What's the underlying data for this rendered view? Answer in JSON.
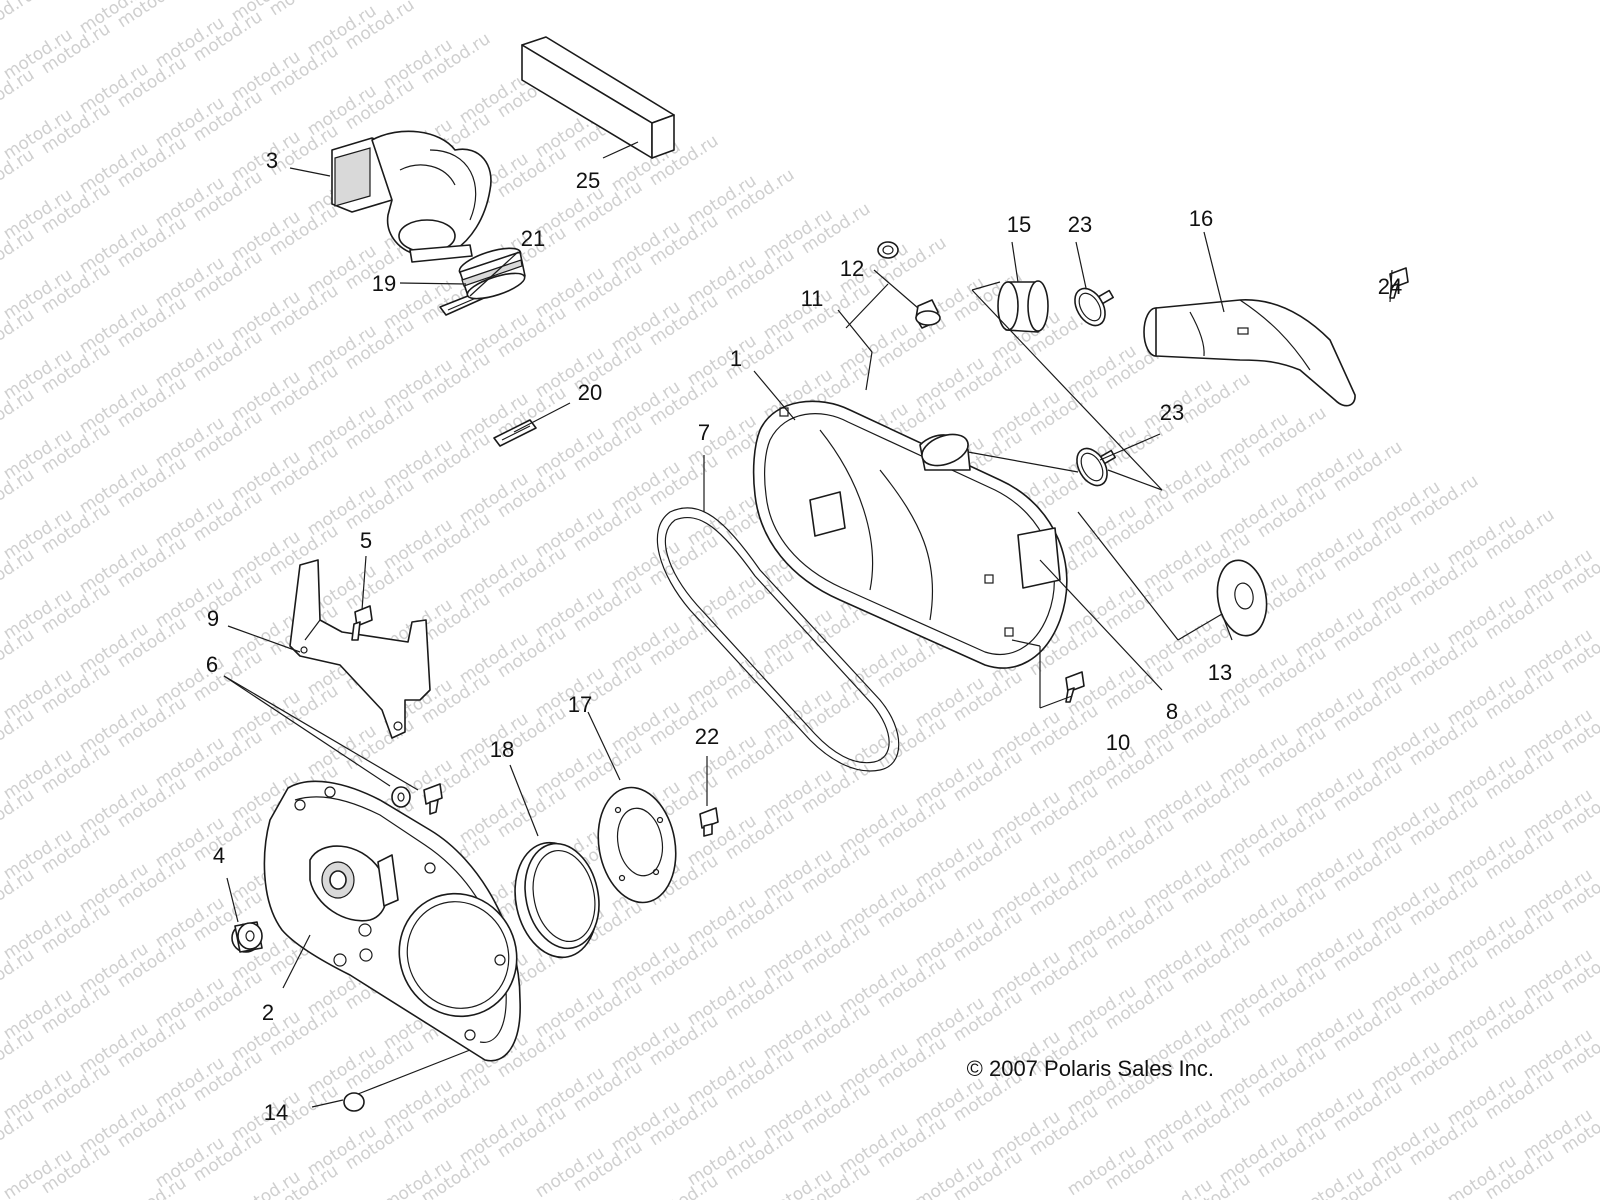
{
  "watermark": "motod.ru",
  "copyright": "© 2007 Polaris Sales Inc.",
  "callouts": {
    "c1": "1",
    "c2": "2",
    "c3": "3",
    "c4": "4",
    "c5": "5",
    "c6": "6",
    "c7": "7",
    "c8": "8",
    "c9": "9",
    "c10": "10",
    "c11": "11",
    "c12": "12",
    "c13": "13",
    "c14": "14",
    "c15": "15",
    "c16": "16",
    "c17": "17",
    "c18": "18",
    "c19": "19",
    "c20": "20",
    "c21": "21",
    "c22": "22",
    "c23a": "23",
    "c23b": "23",
    "c24": "24",
    "c25": "25"
  },
  "colors": {
    "line": "#1a1a1a",
    "watermark": "#cfcfcf",
    "background": "#ffffff"
  }
}
